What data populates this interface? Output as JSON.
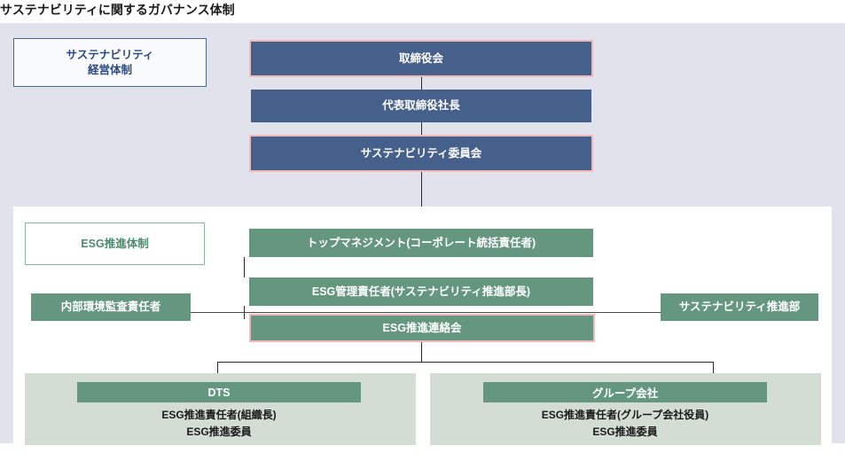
{
  "page": {
    "title": "サステナビリティに関するガバナンス体制"
  },
  "colors": {
    "canvas_bg": "#e2e2ec",
    "panel_bg": "#ffffff",
    "blue_box": "#46608c",
    "green_box": "#659780",
    "pink_border": "#f3b9b9",
    "group_panel": "#d3ddd3",
    "blue_outline_text": "#2b4a80",
    "green_outline_text": "#4d8a6e",
    "connector": "#2a2a2a"
  },
  "management_section": {
    "label": "サステナビリティ\n経営体制",
    "label_line1": "サステナビリティ",
    "label_line2": "経営体制",
    "nodes": [
      {
        "label": "取締役会",
        "style": "blue-pink"
      },
      {
        "label": "代表取締役社長",
        "style": "blue"
      },
      {
        "label": "サステナビリティ委員会",
        "style": "blue-pink"
      }
    ]
  },
  "esg_section": {
    "label": "ESG推進体制",
    "nodes": [
      {
        "label": "トップマネジメント(コーポレート統括責任者)",
        "style": "green"
      },
      {
        "label": "ESG管理責任者(サステナビリティ推進部長)",
        "style": "green"
      },
      {
        "label": "ESG推進連絡会",
        "style": "green-pink"
      }
    ],
    "side_left": {
      "label": "内部環境監査責任者",
      "style": "green"
    },
    "side_right": {
      "label": "サステナビリティ推進部",
      "style": "green"
    },
    "groups": [
      {
        "head": "DTS",
        "lines": [
          "ESG推進責任者(組織長)",
          "ESG推進委員"
        ],
        "line1": "ESG推進責任者(組織長)",
        "line2": "ESG推進委員"
      },
      {
        "head": "グループ会社",
        "lines": [
          "ESG推進責任者(グループ会社役員)",
          "ESG推進委員"
        ],
        "line1": "ESG推進責任者(グループ会社役員)",
        "line2": "ESG推進委員"
      }
    ]
  }
}
